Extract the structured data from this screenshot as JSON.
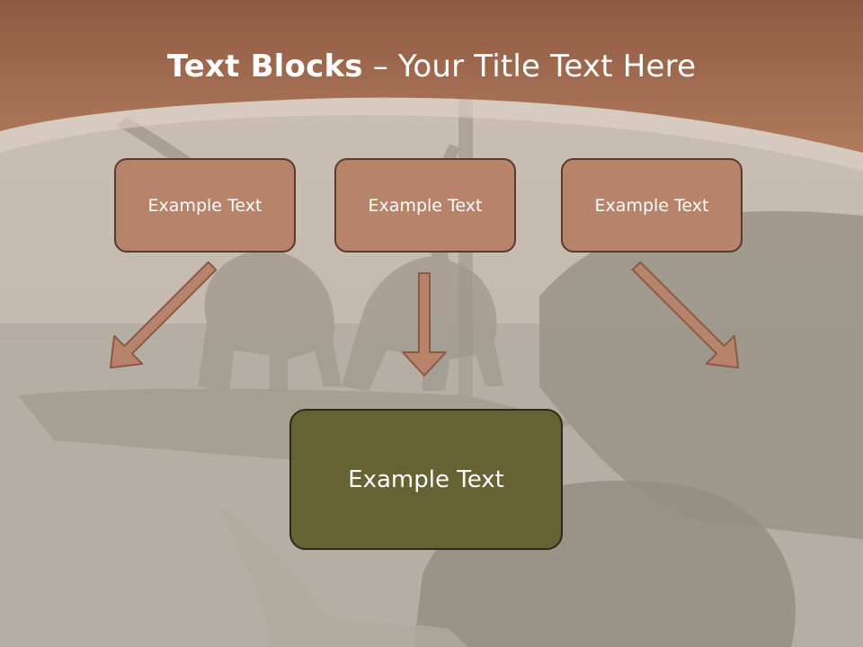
{
  "slide": {
    "title_bold": "Text Blocks",
    "title_rest": " – Your Title Text Here",
    "colors": {
      "header": "#a3694c",
      "box_fill": "#b7846b",
      "box_border": "#5a3a2c",
      "main_fill": "#656233",
      "arrow": "#b7846b"
    }
  },
  "blocks": [
    {
      "label": "Example Text"
    },
    {
      "label": "Example Text"
    },
    {
      "label": "Example Text"
    }
  ],
  "main_block": {
    "label": "Example Text"
  }
}
